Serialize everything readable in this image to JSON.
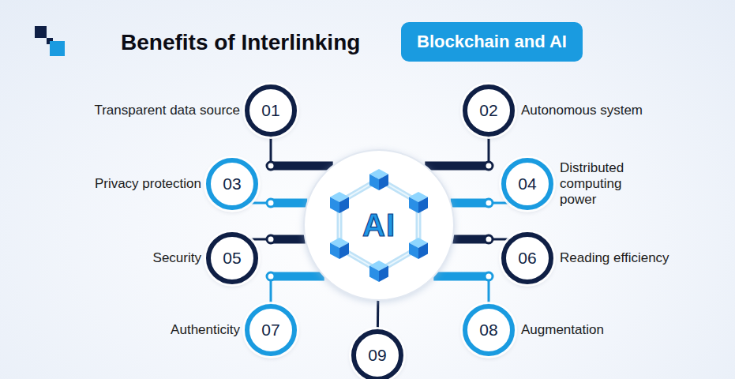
{
  "diagram": {
    "title": "Benefits of Interlinking",
    "nodes": [
      {
        "text": [
          "Blockchain and AI"
        ]
      },
      {
        "text": [
          "AI"
        ]
      },
      {
        "text": [
          "01",
          "Transparent data source"
        ]
      },
      {
        "text": [
          "02",
          "Autonomous system"
        ]
      },
      {
        "text": [
          "03",
          "Privacy protection"
        ]
      },
      {
        "text": [
          "04",
          "Distributed computing power"
        ]
      },
      {
        "text": [
          "05",
          "Security"
        ]
      },
      {
        "text": [
          "06",
          "Reading efficiency"
        ]
      },
      {
        "text": [
          "07",
          "Authenticity"
        ]
      },
      {
        "text": [
          "08",
          "Augmentation"
        ]
      },
      {
        "text": [
          "09"
        ]
      }
    ],
    "edges": [
      {
        "from": 2,
        "to": 1,
        "arrow": "none"
      },
      {
        "from": 3,
        "to": 1,
        "arrow": "none"
      },
      {
        "from": 4,
        "to": 1,
        "arrow": "none"
      },
      {
        "from": 5,
        "to": 1,
        "arrow": "none"
      },
      {
        "from": 6,
        "to": 1,
        "arrow": "none"
      },
      {
        "from": 7,
        "to": 1,
        "arrow": "none"
      },
      {
        "from": 8,
        "to": 1,
        "arrow": "none"
      },
      {
        "from": 9,
        "to": 1,
        "arrow": "none"
      },
      {
        "from": 10,
        "to": 1,
        "arrow": "none"
      }
    ]
  }
}
